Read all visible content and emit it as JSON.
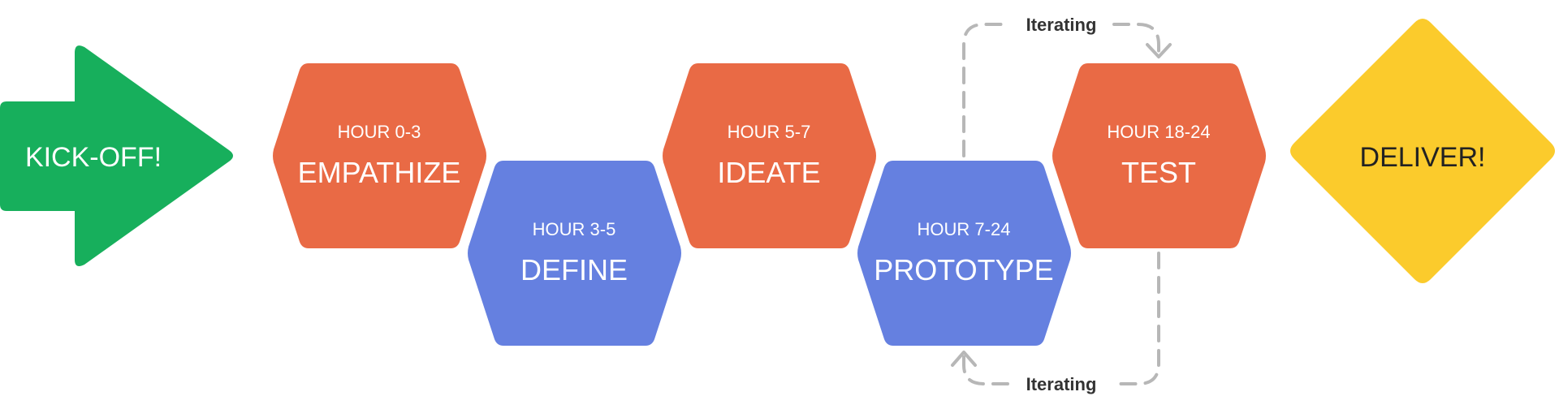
{
  "start": {
    "label": "KICK-OFF!"
  },
  "phases": [
    {
      "hour": "HOUR 0-3",
      "name": "EMPATHIZE"
    },
    {
      "hour": "HOUR 3-5",
      "name": "DEFINE"
    },
    {
      "hour": "HOUR 5-7",
      "name": "IDEATE"
    },
    {
      "hour": "HOUR 7-24",
      "name": "PROTOTYPE"
    },
    {
      "hour": "HOUR 18-24",
      "name": "TEST"
    }
  ],
  "end": {
    "label": "DELIVER!"
  },
  "loops": {
    "top_label": "Iterating",
    "bottom_label": "Iterating"
  },
  "colors": {
    "start": "#17AF5C",
    "phase_orange": "#E96A45",
    "phase_blue": "#6580E0",
    "end": "#FBCB2C",
    "loop": "#B7B7B7"
  }
}
